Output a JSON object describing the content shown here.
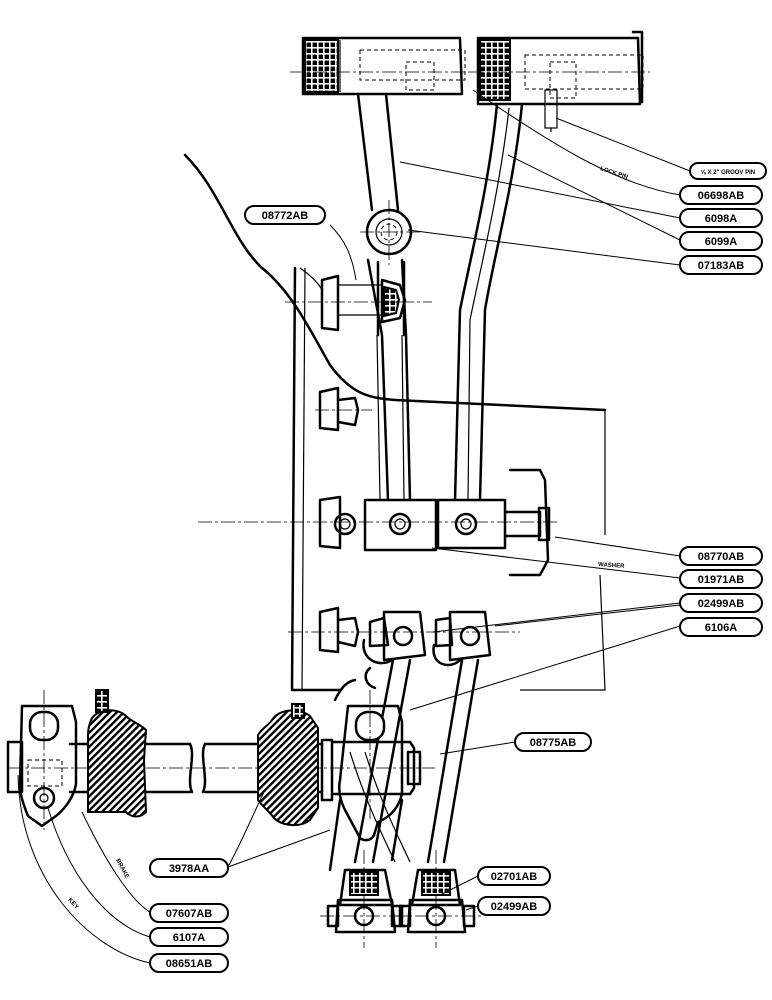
{
  "labels": {
    "l08772AB": "08772AB",
    "l06698AB": "06698AB",
    "l6098A": "6098A",
    "l6099A": "6099A",
    "l07183AB": "07183AB",
    "l08770AB": "08770AB",
    "l01971AB": "01971AB",
    "l02499AB_top": "02499AB",
    "l6106A": "6106A",
    "l08775AB": "08775AB",
    "l3978AA": "3978AA",
    "l02701AB": "02701AB",
    "l02499AB_bot": "02499AB",
    "l07607AB": "07607AB",
    "l6107A": "6107A",
    "l08651AB": "08651AB"
  },
  "notes": {
    "groove_pin": "⅝ X 2\" GROOV PIN",
    "lock_pin": "LOCK PIN",
    "brake": "BRAKE",
    "key": "KEY",
    "washer": "WASHER"
  }
}
